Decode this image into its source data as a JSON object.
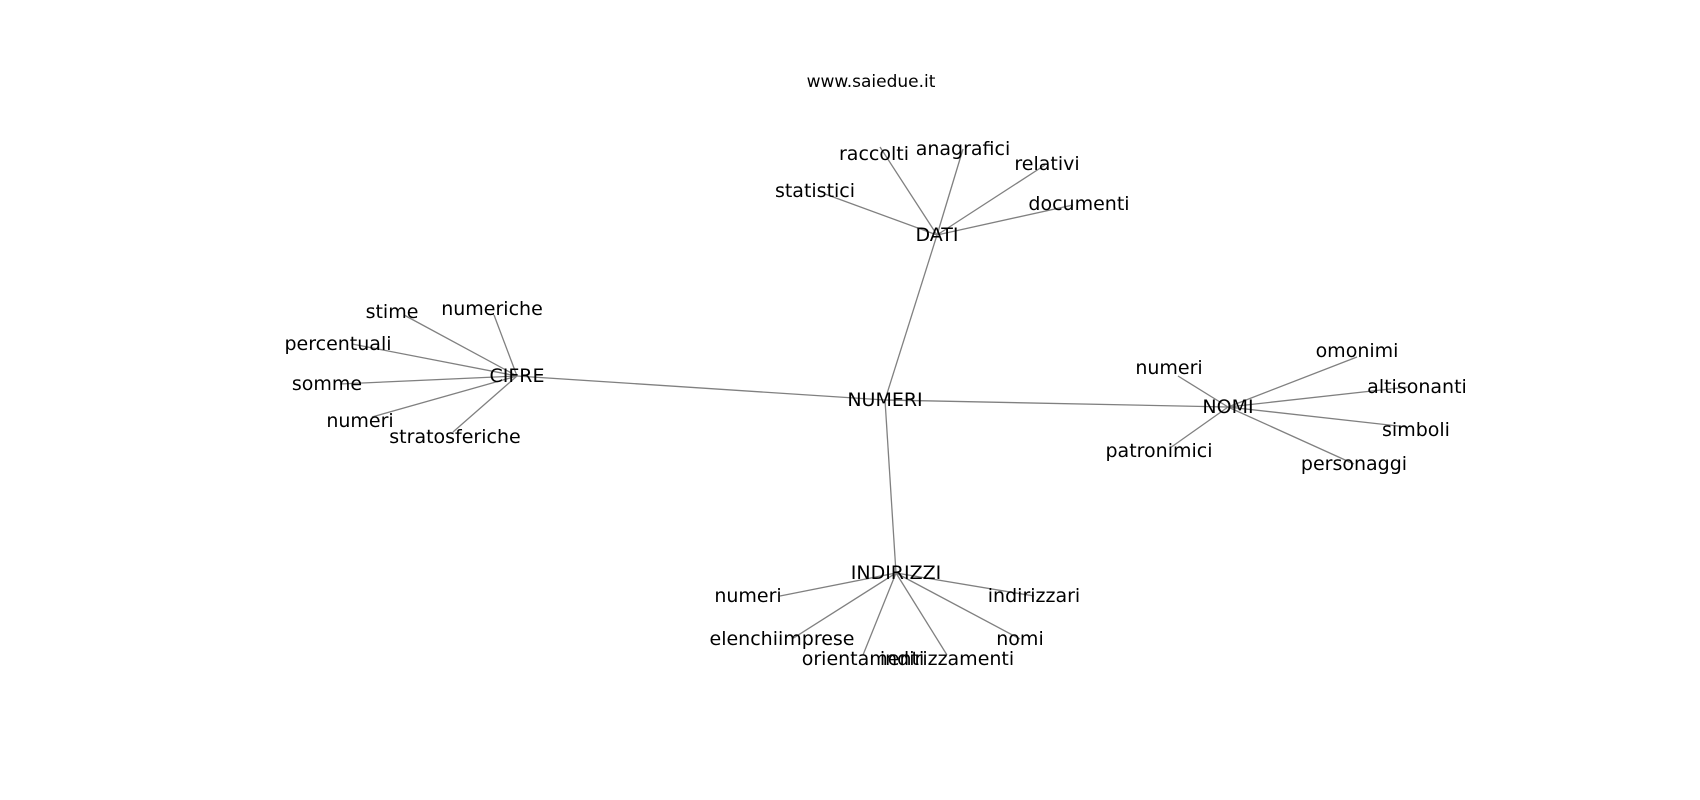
{
  "watermark": "www.saiedue.it",
  "graph": {
    "root": "NUMERI",
    "clusters": [
      {
        "hub": "DATI",
        "leaves": [
          "statistici",
          "raccolti",
          "anagrafici",
          "relativi",
          "documenti"
        ]
      },
      {
        "hub": "CIFRE",
        "leaves": [
          "stime",
          "numeriche",
          "percentuali",
          "somme",
          "numeri",
          "stratosferiche"
        ]
      },
      {
        "hub": "NOMI",
        "leaves": [
          "numeri",
          "omonimi",
          "altisonanti",
          "simboli",
          "personaggi",
          "patronimici"
        ]
      },
      {
        "hub": "INDIRIZZI",
        "leaves": [
          "numeri",
          "indirizzari",
          "elenchiimprese",
          "orientamenti",
          "indirizzamenti",
          "nomi"
        ]
      }
    ]
  }
}
